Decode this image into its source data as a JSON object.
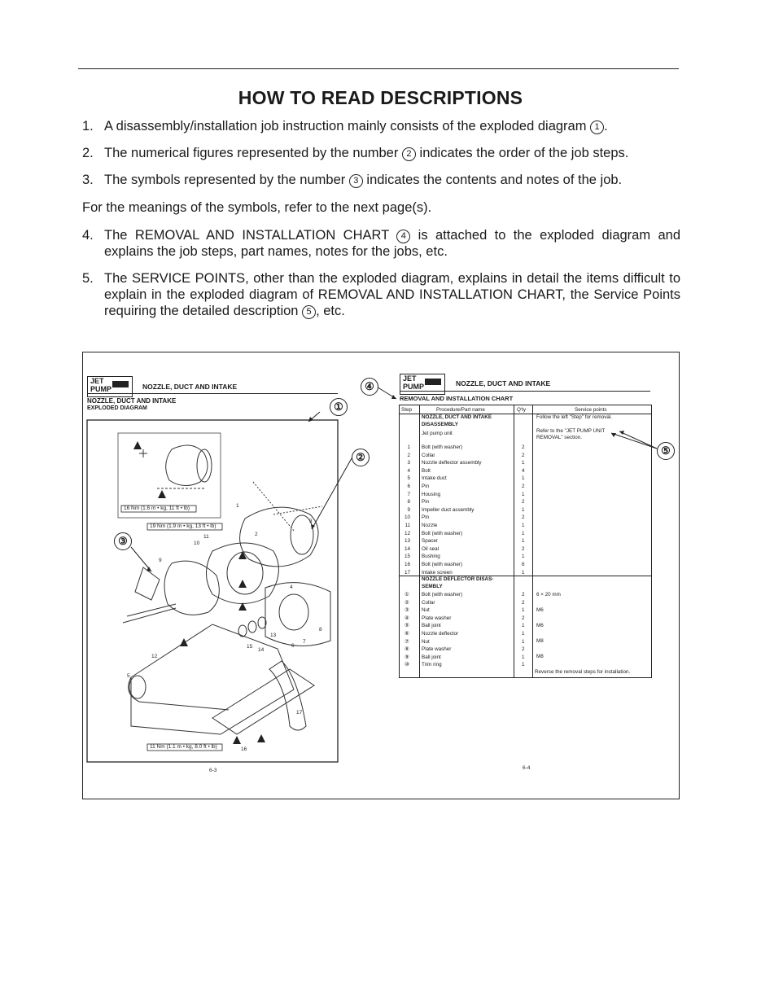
{
  "page": {
    "title": "HOW TO READ DESCRIPTIONS",
    "items": [
      {
        "num": "1.",
        "before": "A disassembly/installation job instruction mainly consists of the exploded diagram ",
        "mark": "1",
        "after": "."
      },
      {
        "num": "2.",
        "before": "The numerical figures represented by the number ",
        "mark": "2",
        "after": " indicates the order of the job steps."
      },
      {
        "num": "3.",
        "before": "The symbols represented by the number ",
        "mark": "3",
        "after": " indicates the contents and notes of the job."
      },
      {
        "num": "4.",
        "before": "The REMOVAL AND INSTALLATION CHART ",
        "mark": "4",
        "after": " is attached to the exploded diagram and explains the job steps, part names, notes for the jobs, etc."
      },
      {
        "num": "5.",
        "before": "The SERVICE POINTS, other than the exploded diagram, explains in detail the items difficult to explain in the exploded diagram of REMOVAL AND INSTALLATION CHART, the Service Points requiring the detailed description ",
        "mark": "5",
        "after": ", etc."
      }
    ],
    "note": "For the meanings of the symbols, refer to the next page(s)."
  },
  "figure": {
    "left": {
      "badge_line1": "JET",
      "badge_line2": "PUMP",
      "header": "NOZZLE, DUCT AND INTAKE",
      "subtitle": "NOZZLE, DUCT AND INTAKE",
      "subtitle2": "EXPLODED DIAGRAM",
      "torque1": "16 Nm (1.6 m • kg, 11 ft • lb)",
      "torque2": "19 Nm (1.9 m • kg, 13 ft • lb)",
      "torque3": "11 Nm (1.1 m • kg, 8.0 ft • lb)",
      "page_no": "6-3",
      "callouts": [
        "1",
        "2",
        "3",
        "4",
        "5",
        "6",
        "7",
        "8",
        "9",
        "10",
        "11",
        "12",
        "13",
        "14",
        "15",
        "16",
        "17"
      ]
    },
    "right": {
      "badge_line1": "JET",
      "badge_line2": "PUMP",
      "header": "NOZZLE, DUCT AND INTAKE",
      "chart_title": "REMOVAL AND INSTALLATION CHART",
      "col_step": "Step",
      "col_part": "Procedure/Part name",
      "col_qty": "Q'ty",
      "col_service": "Service points",
      "sec1_title": "NOZZLE, DUCT AND INTAKE\nDISASSEMBLY",
      "sec1_pre": "Jet pump unit",
      "sec1_steps": "1\n2\n3\n4\n5\n6\n7\n8\n9\n10\n11\n12\n13\n14\n15\n16\n17",
      "sec1_parts": "Bolt (with washer)\nCollar\nNozzle deflector assembly\nBolt\nIntake duct\nPin\nHousing\nPin\nImpeller duct assembly\nPin\nNozzle\nBolt (with washer)\nSpacer\nOil seal\nBushing\nBolt (with washer)\nIntake screen",
      "sec1_qty": "2\n2\n1\n4\n1\n2\n1\n2\n1\n2\n1\n1\n1\n2\n1\n6\n1",
      "sec2_title": "NOZZLE DEFLECTOR DISAS-\nSEMBLY",
      "sec2_steps": "①\n②\n③\n④\n⑤\n⑥\n⑦\n⑧\n⑨\n⑩",
      "sec2_parts": "Bolt (with washer)\nCollar\nNut\nPlate washer\nBall joint\nNozzle deflector\nNut\nPlate washer\nBall joint\nTrim ring",
      "sec2_qty": "2\n2\n1\n2\n1\n1\n1\n2\n1\n1",
      "svc1": "Follow the left \"Step\" for removal.",
      "svc2": "Refer to the \"JET PUMP UNIT\nREMOVAL\" section.",
      "svc3": "6 × 20 mm",
      "svc4": "M6",
      "svc5": "M6",
      "svc6": "M8",
      "svc7": "M8",
      "svc8": "Reverse the removal steps for installation.",
      "page_no": "6-4"
    },
    "markers": [
      "①",
      "②",
      "③",
      "④",
      "⑤"
    ]
  }
}
